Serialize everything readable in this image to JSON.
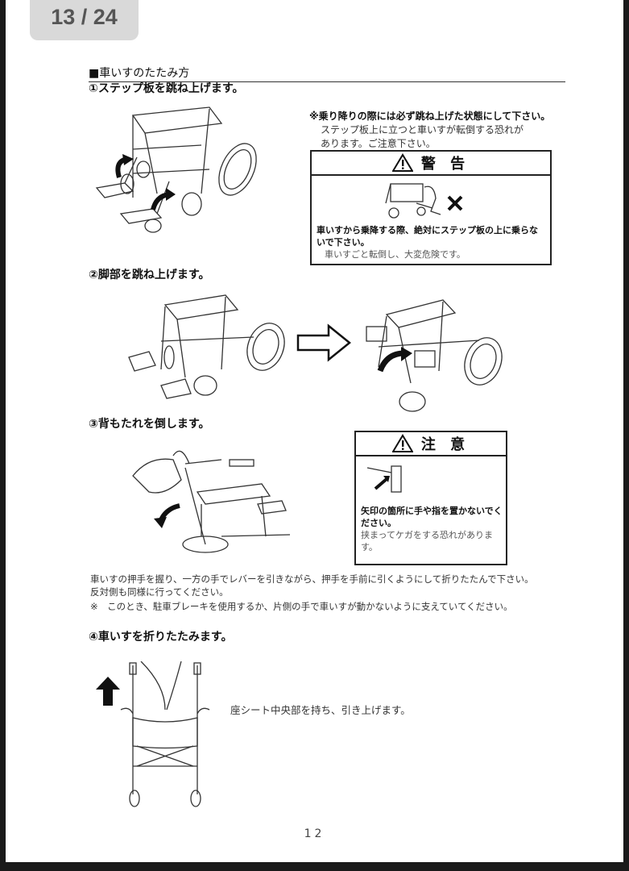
{
  "pager": "13 / 24",
  "section_title": "■車いすのたたみ方",
  "steps": {
    "s1": "①ステップ板を跳ね上げます。",
    "s2": "②脚部を跳ね上げます。",
    "s3": "③背もたれを倒します。",
    "s4": "④車いすを折りたたみます。"
  },
  "note1": {
    "line1": "※乗り降りの際には必ず跳ね上げた状態にして下さい。",
    "line2": "ステップ板上に立つと車いすが転倒する恐れが",
    "line3": "あります。ご注意下さい。"
  },
  "warning_box": {
    "title": "警 告",
    "text_bold": "車いすから乗降する際、絶対にステップ板の上に乗らないで下さい。",
    "text_gray": "車いすごと転倒し、大変危険です。"
  },
  "caution_box": {
    "title": "注 意",
    "text_bold": "矢印の箇所に手や指を置かないでください。",
    "text_gray": "挟まってケガをする恐れがあります。"
  },
  "body": {
    "line1": "車いすの押手を握り、一方の手でレバーを引きながら、押手を手前に引くようにして折りたたんで下さい。",
    "line2": "反対側も同様に行ってください。",
    "line3": "※　このとき、駐車ブレーキを使用するか、片側の手で車いすが動かないように支えていてください。"
  },
  "step4_caption": "座シート中央部を持ち、引き上げます。",
  "page_number": "12"
}
